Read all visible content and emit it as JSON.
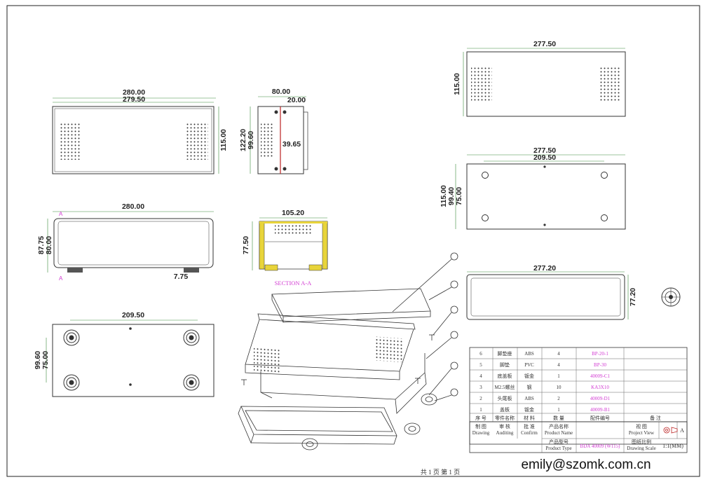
{
  "dimensions": {
    "front_top_280": "280.00",
    "front_top_279_5": "279.50",
    "front_h_115": "115.00",
    "side_80": "80.00",
    "side_20": "20.00",
    "side_122_2": "122.20",
    "side_99_6": "99.60",
    "side_39_65": "39.65",
    "front2_280": "280.00",
    "front2_87_75": "87.75",
    "front2_80": "80.00",
    "front2_7_75": "7.75",
    "section_105_2": "105.20",
    "section_77_5": "77.50",
    "bottom_209_5": "209.50",
    "bottom_99_6": "99.60",
    "bottom_75": "75.00",
    "top_277_5": "277.50",
    "top_115": "115.00",
    "mid_277_5": "277.50",
    "mid_209_5": "209.50",
    "mid_115": "115.00",
    "mid_99_4": "99.40",
    "mid_75": "75.00",
    "end_277_2": "277.20",
    "end_77_2": "77.20"
  },
  "section_marker": "A",
  "section_label": "SECTION A-A",
  "parts_rows": [
    {
      "no": "6",
      "name": "脚垫座",
      "material": "ABS",
      "qty": "4",
      "code": "BP-20-1"
    },
    {
      "no": "5",
      "name": "脚垫",
      "material": "PVC",
      "qty": "4",
      "code": "BP-30"
    },
    {
      "no": "4",
      "name": "底盖板",
      "material": "钣金",
      "qty": "1",
      "code": "40009-C1"
    },
    {
      "no": "3",
      "name": "M2.5螺丝",
      "material": "钢",
      "qty": "10",
      "code": "KA3X10"
    },
    {
      "no": "2",
      "name": "头尾板",
      "material": "ABS",
      "qty": "2",
      "code": "40009-D1"
    },
    {
      "no": "1",
      "name": "盖板",
      "material": "钣金",
      "qty": "1",
      "code": "40009-B1"
    }
  ],
  "parts_header": {
    "no": "序 号",
    "name": "零件名称",
    "material": "材 料",
    "qty": "数 量",
    "code": "配件编号",
    "remark": "备 注"
  },
  "title_block": {
    "drawing": "制 图",
    "drawing_en": "Drawing",
    "auditing": "审 核",
    "auditing_en": "Auditing",
    "confirm": "批 准",
    "confirm_en": "Confirm",
    "product_name": "产品名称",
    "product_name_en": "Product Name",
    "project_view": "视 图",
    "project_view_en": "Project View",
    "revision": "A",
    "product_type": "产品型号",
    "product_type_en": "Product Type",
    "product_type_value": "BDA 40009 (W115)",
    "drawing_scale": "图纸比例",
    "drawing_scale_en": "Drawing Scale",
    "scale_value": "1:1(MM)"
  },
  "page_info": "共 1 页   第 1 页",
  "email": "emily@szomk.com.cn",
  "colors": {
    "line": "#333333",
    "pink": "#d23cd2",
    "yellow": "#e8d43a",
    "dimgreen": "#3a8a3a"
  }
}
